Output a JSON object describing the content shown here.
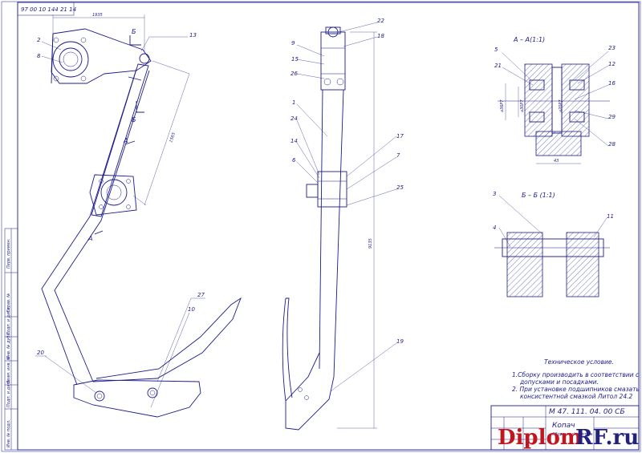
{
  "doc_code_rotated": "97 00 10 144 21 14",
  "section_a": "А – А(1:1)",
  "section_b": "Б – Б (1:1)",
  "view_letters": {
    "a": "А",
    "b": "Б"
  },
  "dims": {
    "top_width": "1935",
    "arm_length": "1565",
    "total_height": "9135",
    "sec_a_d1": "⌀36Р7",
    "sec_a_d2": "⌀30Р7",
    "sec_a_d3": "⌀20Р7",
    "sec_a_w": "43"
  },
  "callouts_left": [
    "2",
    "8",
    "13",
    "20",
    "27",
    "10"
  ],
  "callouts_mid": [
    "22",
    "18",
    "9",
    "15",
    "26",
    "1",
    "24",
    "14",
    "6",
    "17",
    "7",
    "25",
    "19"
  ],
  "callouts_sec_a": [
    "5",
    "21",
    "23",
    "12",
    "16",
    "29",
    "28"
  ],
  "callouts_sec_b": [
    "3",
    "4",
    "11"
  ],
  "tech_title": "Техническое условие.",
  "tech_lines": [
    "1.Сборку производить в соответствии с",
    "допусками и посадками.",
    "2. При установке подшипников смазать",
    "консистентной смазкой Литол 24.2"
  ],
  "title_block": {
    "code": "М 47. 111. 04. 00 СБ",
    "name": "Копач",
    "sub": "Сборочный чертеж"
  },
  "side_strip_labels": [
    "Перв. примен.",
    "Справ. №",
    "Подп. и дата",
    "Инв. № дубл.",
    "Взам. инв. №",
    "Подп. и дата",
    "Инв. № подл."
  ],
  "watermark": {
    "left": "Diplom",
    "right": "RF.ru"
  }
}
